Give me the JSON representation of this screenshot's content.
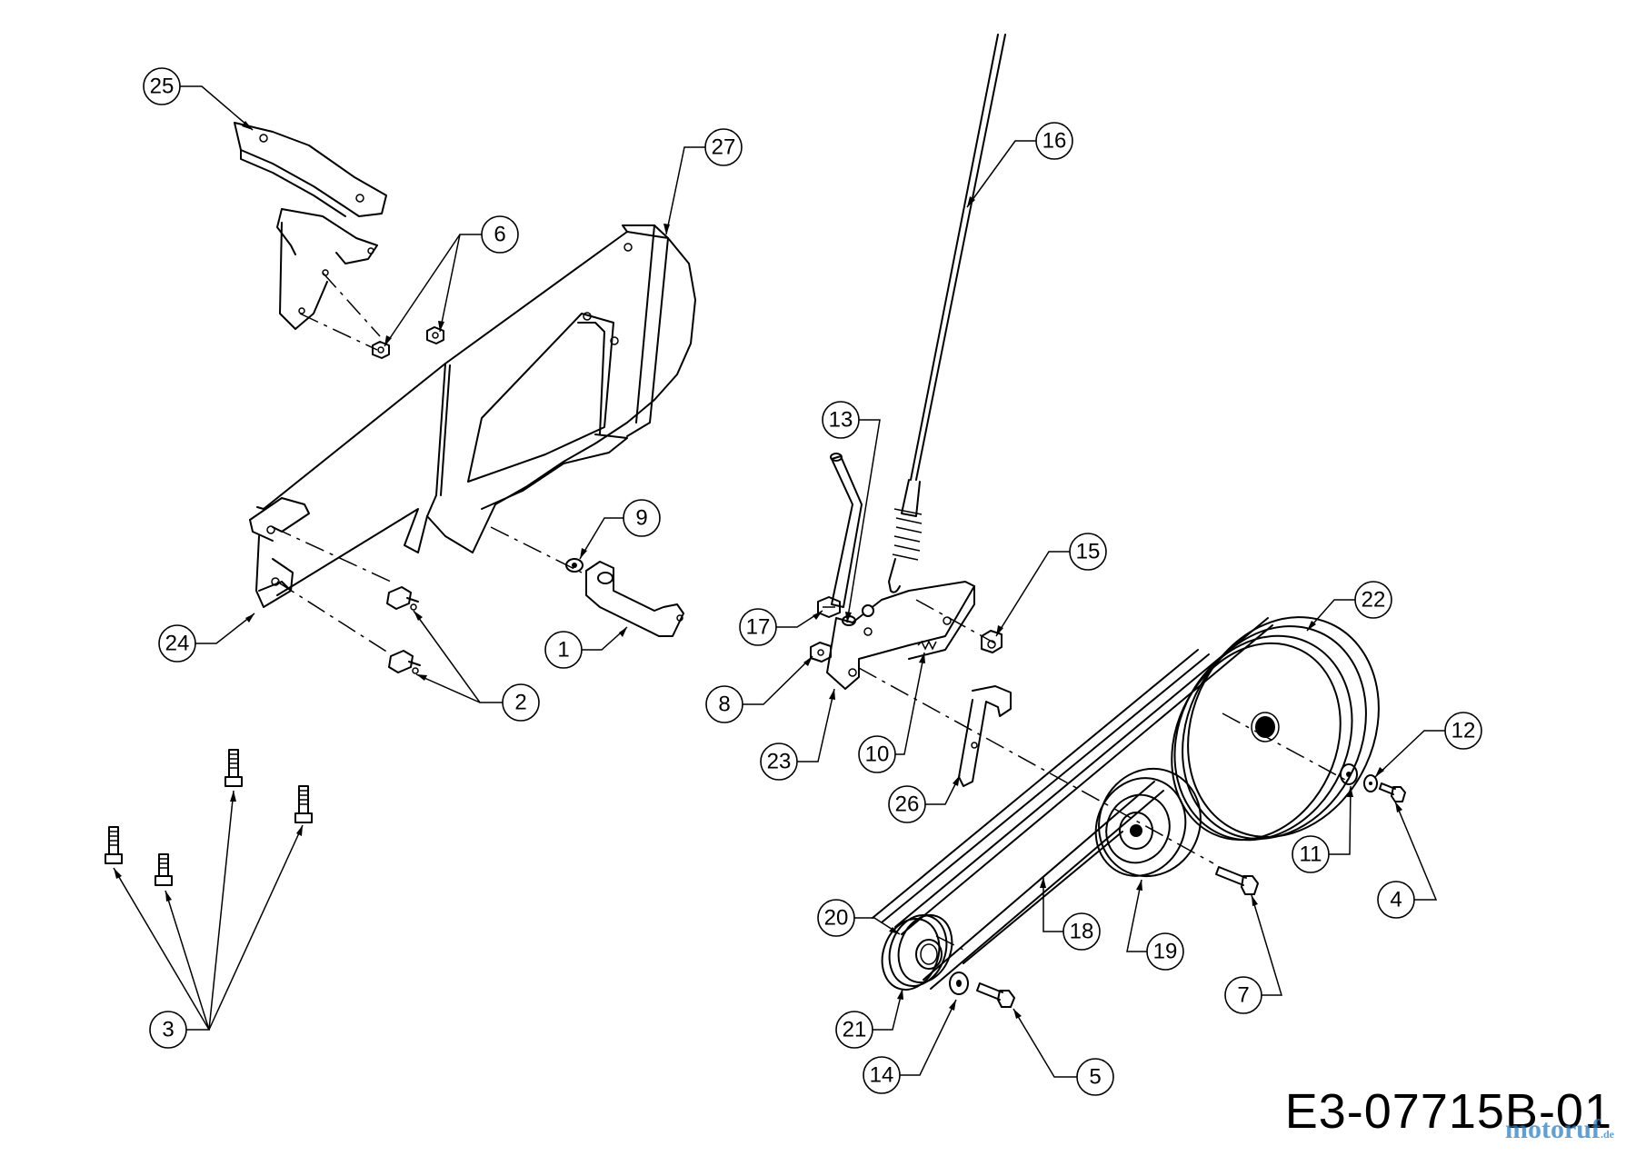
{
  "diagram": {
    "code": "E3-07715B-01",
    "watermark": {
      "brand": "motoruf",
      "tld": ".de"
    }
  },
  "callouts": [
    {
      "id": "c1",
      "label": "1"
    },
    {
      "id": "c2",
      "label": "2"
    },
    {
      "id": "c3",
      "label": "3"
    },
    {
      "id": "c4",
      "label": "4"
    },
    {
      "id": "c5",
      "label": "5"
    },
    {
      "id": "c6",
      "label": "6"
    },
    {
      "id": "c7",
      "label": "7"
    },
    {
      "id": "c8",
      "label": "8"
    },
    {
      "id": "c9",
      "label": "9"
    },
    {
      "id": "c10",
      "label": "10"
    },
    {
      "id": "c11",
      "label": "11"
    },
    {
      "id": "c12",
      "label": "12"
    },
    {
      "id": "c13",
      "label": "13"
    },
    {
      "id": "c14",
      "label": "14"
    },
    {
      "id": "c15",
      "label": "15"
    },
    {
      "id": "c16",
      "label": "16"
    },
    {
      "id": "c17",
      "label": "17"
    },
    {
      "id": "c18",
      "label": "18"
    },
    {
      "id": "c19",
      "label": "19"
    },
    {
      "id": "c20",
      "label": "20"
    },
    {
      "id": "c21",
      "label": "21"
    },
    {
      "id": "c22",
      "label": "22"
    },
    {
      "id": "c23",
      "label": "23"
    },
    {
      "id": "c24",
      "label": "24"
    },
    {
      "id": "c25",
      "label": "25"
    },
    {
      "id": "c26",
      "label": "26"
    },
    {
      "id": "c27",
      "label": "27"
    }
  ]
}
